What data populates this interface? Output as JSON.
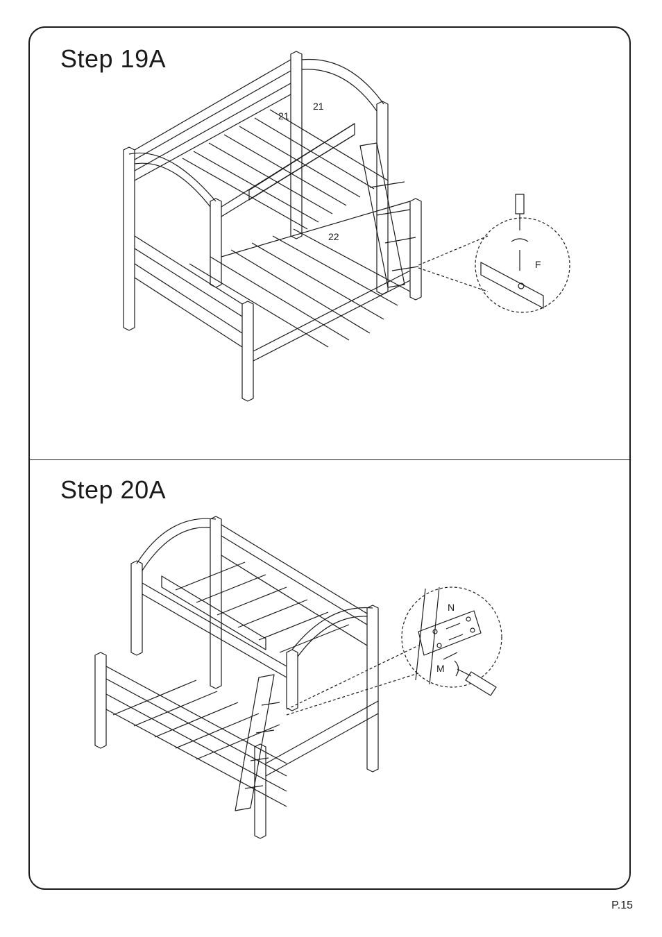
{
  "steps": [
    {
      "title": "Step  19A",
      "labels": {
        "part_a": "21",
        "part_b": "21",
        "part_c": "22",
        "hardware": "F"
      }
    },
    {
      "title": "Step  20A",
      "labels": {
        "hardware_n": "N",
        "hardware_m": "M"
      }
    }
  ],
  "page_number": "P.15"
}
